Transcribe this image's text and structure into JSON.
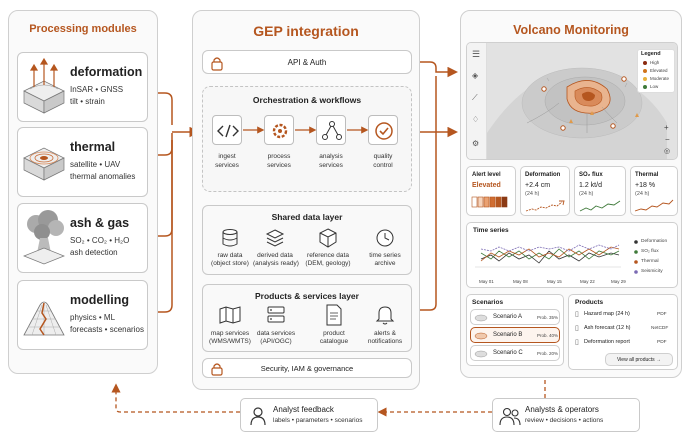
{
  "left": {
    "title": "Processing modules",
    "modules": [
      {
        "title": "deformation",
        "lines": [
          "InSAR • GNSS",
          "tilt • strain"
        ]
      },
      {
        "title": "thermal",
        "lines": [
          "satellite • UAV",
          "thermal anomalies"
        ]
      },
      {
        "title": "ash & gas",
        "lines": [
          "SO₂ • CO₂ • H₂O",
          "ash detection"
        ]
      },
      {
        "title": "modelling",
        "lines": [
          "physics • ML",
          "forecasts • scenarios"
        ]
      }
    ]
  },
  "center": {
    "title": "GEP integration",
    "api": "API & Auth",
    "orch": {
      "title": "Orchestration & workflows",
      "items": [
        {
          "l1": "ingest",
          "l2": "services"
        },
        {
          "l1": "process",
          "l2": "services"
        },
        {
          "l1": "analysis",
          "l2": "services"
        },
        {
          "l1": "quality",
          "l2": "control"
        }
      ]
    },
    "shared": {
      "title": "Shared data layer",
      "items": [
        {
          "l1": "raw data",
          "l2": "(object store)"
        },
        {
          "l1": "derived data",
          "l2": "(analysis ready)"
        },
        {
          "l1": "reference data",
          "l2": "(DEM, geology)"
        },
        {
          "l1": "time series",
          "l2": "archive"
        }
      ]
    },
    "products": {
      "title": "Products & services layer",
      "items": [
        {
          "l1": "map services",
          "l2": "(WMS/WMTS)"
        },
        {
          "l1": "data services",
          "l2": "(API/OGC)"
        },
        {
          "l1": "product",
          "l2": "catalogue"
        },
        {
          "l1": "alerts &",
          "l2": "notifications"
        }
      ]
    },
    "security": "Security, IAM & governance"
  },
  "right": {
    "title": "Volcano Monitoring",
    "legend": {
      "title": "Legend",
      "items": [
        "High",
        "Elevated",
        "Moderate",
        "Low"
      ]
    },
    "kpis": [
      {
        "title": "Alert level",
        "value": "Elevated",
        "sub": ""
      },
      {
        "title": "Deformation",
        "value": "+2.4 cm",
        "sub": "(24 h)"
      },
      {
        "title": "SO₂ flux",
        "value": "1.2 kt/d",
        "sub": "(24 h)"
      },
      {
        "title": "Thermal",
        "value": "+18 %",
        "sub": "(24 h)"
      }
    ],
    "timeseries": {
      "title": "Time series",
      "xticks": [
        "May 01",
        "May 08",
        "May 15",
        "May 22",
        "May 29"
      ],
      "legend": [
        "Deformation",
        "SO₂ flux",
        "Thermal",
        "Seismicity"
      ]
    },
    "scenarios": {
      "title": "Scenarios",
      "items": [
        {
          "name": "Scenario A",
          "prob": "Prob. 35%"
        },
        {
          "name": "Scenario B",
          "prob": "Prob. 40%"
        },
        {
          "name": "Scenario C",
          "prob": "Prob. 20%"
        }
      ]
    },
    "products": {
      "title": "Products",
      "items": [
        {
          "name": "Hazard map (24 h)",
          "fmt": "PDF"
        },
        {
          "name": "Ash forecast (12 h)",
          "fmt": "NetCDF"
        },
        {
          "name": "Deformation report",
          "fmt": "PDF"
        }
      ],
      "view_all": "View all products →"
    }
  },
  "bottom": {
    "feedback": {
      "title": "Analyst feedback",
      "sub": "labels • parameters • scenarios"
    },
    "operators": {
      "title": "Analysts & operators",
      "sub": "review • decisions • actions"
    }
  },
  "colors": {
    "accent": "#b5561f",
    "border": "#cfcfcf",
    "panel_bg": "#fafafa"
  }
}
